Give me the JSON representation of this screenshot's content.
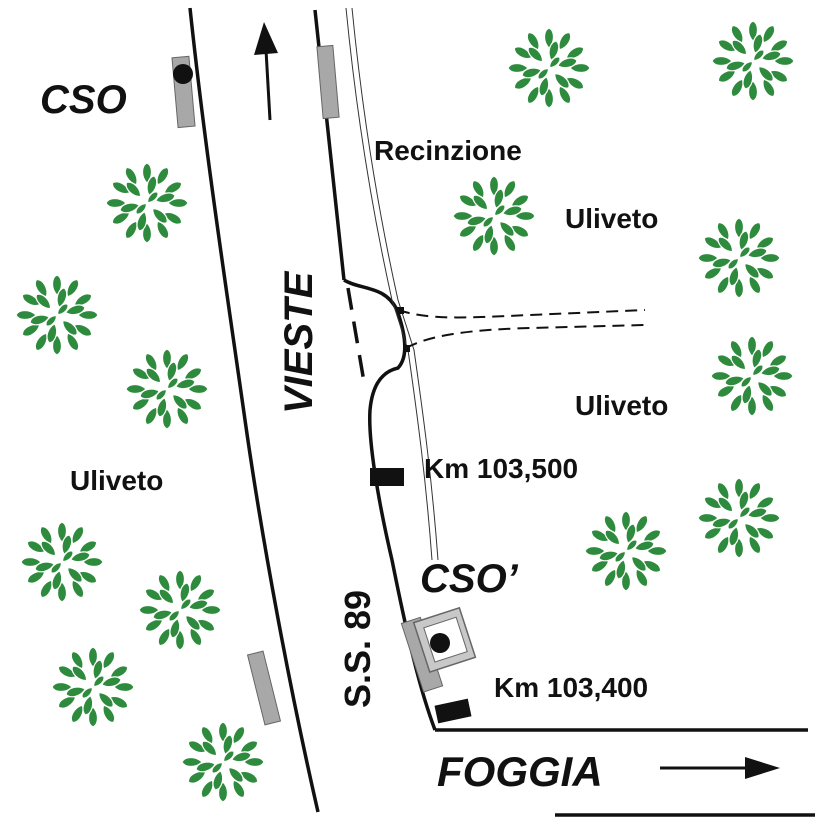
{
  "labels": {
    "cso_left": "CSO",
    "cso_right": "CSO’",
    "recinzione": "Recinzione",
    "uliveto_top_right": "Uliveto",
    "uliveto_mid_right": "Uliveto",
    "uliveto_left": "Uliveto",
    "vieste": "VIESTE",
    "road_name": "S.S. 89",
    "km_upper": "Km 103,500",
    "km_lower": "Km 103,400",
    "foggia": "FOGGIA"
  },
  "icons": {
    "tree": "olive-tree-icon",
    "arrow_north": "arrow-up-icon",
    "arrow_east": "arrow-right-icon"
  },
  "colors": {
    "tree_fill": "#2e8b3e",
    "road_line": "#111111",
    "slab_grey": "#a8a8a8",
    "km_marker": "#111111"
  }
}
